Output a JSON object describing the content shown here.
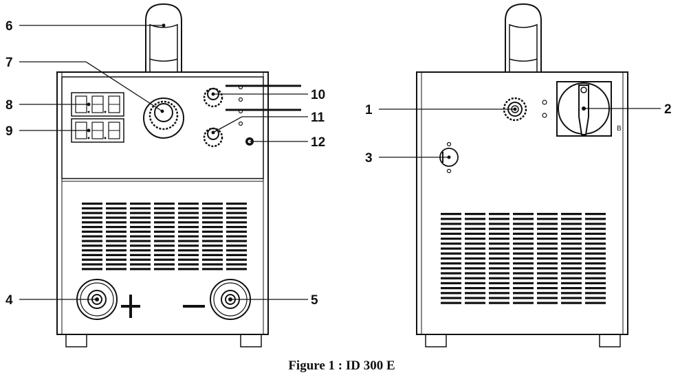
{
  "caption": "Figure 1 : ID 300 E",
  "callouts": {
    "handle": "6",
    "main_knob": "7",
    "display_top": "8",
    "display_bottom": "9",
    "knob_top": "10",
    "knob_bottom": "11",
    "connector_small": "12",
    "output_left": "4",
    "output_right": "5",
    "rear_connector": "1",
    "main_switch": "2",
    "gas_inlet": "3"
  },
  "switch_marker": "B"
}
